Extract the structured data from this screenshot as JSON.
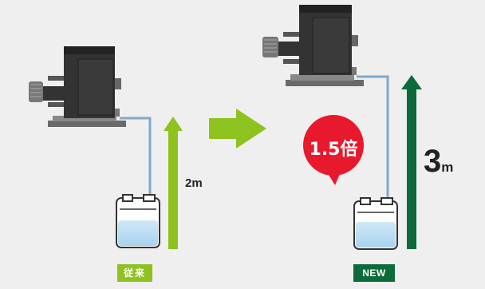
{
  "before": {
    "height_label": "2m",
    "tag": "従来",
    "arrow_color": "#8dc21f",
    "tag_color": "#8dc21f"
  },
  "after": {
    "height_value": "3",
    "height_unit": "m",
    "tag": "NEW",
    "arrow_color": "#0b6b3a",
    "tag_color": "#0b6b3a",
    "badge_text": "1.5倍",
    "badge_color": "#e8192c"
  },
  "transition_arrow_color": "#8dc21f",
  "icons": [
    "pump-icon",
    "tank-icon",
    "tube-icon",
    "up-arrow-icon",
    "right-arrow-icon"
  ]
}
